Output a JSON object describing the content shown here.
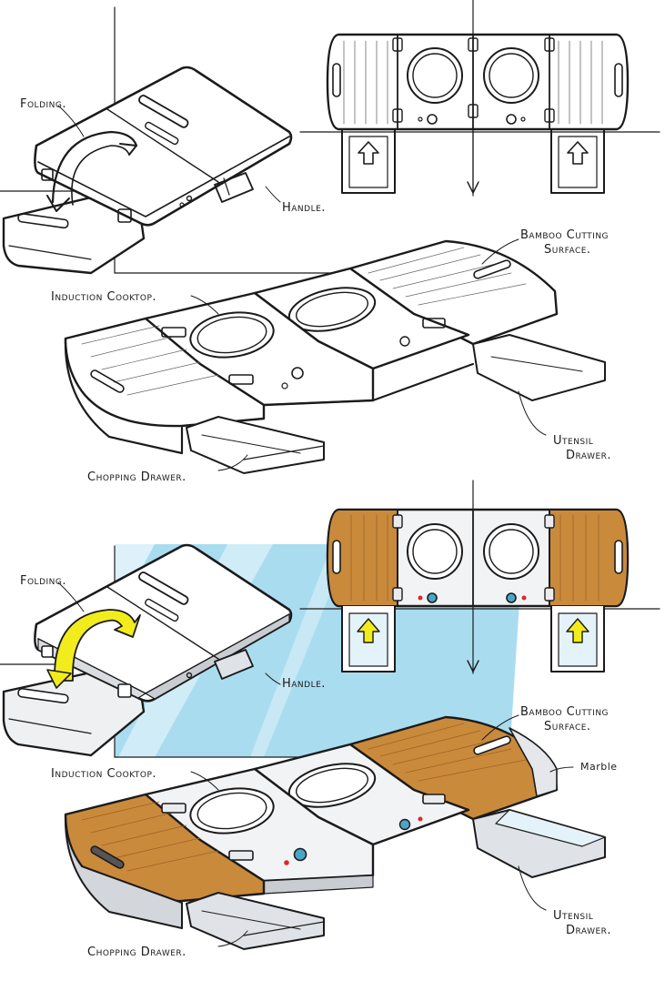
{
  "colors": {
    "ink": "#1b1b1b",
    "bamboo": "#c98a3c",
    "bamboo_dark": "#9c6424",
    "glass": "#a9dcef",
    "arrow_yellow": "#f2ec1c",
    "steel": "#e9ebee",
    "steel_shadow": "#c9ccd1",
    "knob_blue": "#4aa6c9",
    "knob_red": "#d92a2a"
  },
  "top_panel": {
    "folding_label": "Folding.",
    "handle_label": "Handle.",
    "bamboo_label_line1": "Bamboo Cutting",
    "bamboo_label_line2": "Surface.",
    "induction_label": "Induction Cooktop.",
    "utensil_label_line1": "Utensil",
    "utensil_label_line2": "Drawer.",
    "chopping_label": "Chopping Drawer."
  },
  "bottom_panel": {
    "folding_label": "Folding.",
    "handle_label": "Handle.",
    "bamboo_label_line1": "Bamboo Cutting",
    "bamboo_label_line2": "Surface.",
    "marble_label": "Marble",
    "induction_label": "Induction Cooktop.",
    "utensil_label_line1": "Utensil",
    "utensil_label_line2": "Drawer.",
    "chopping_label": "Chopping Drawer."
  }
}
